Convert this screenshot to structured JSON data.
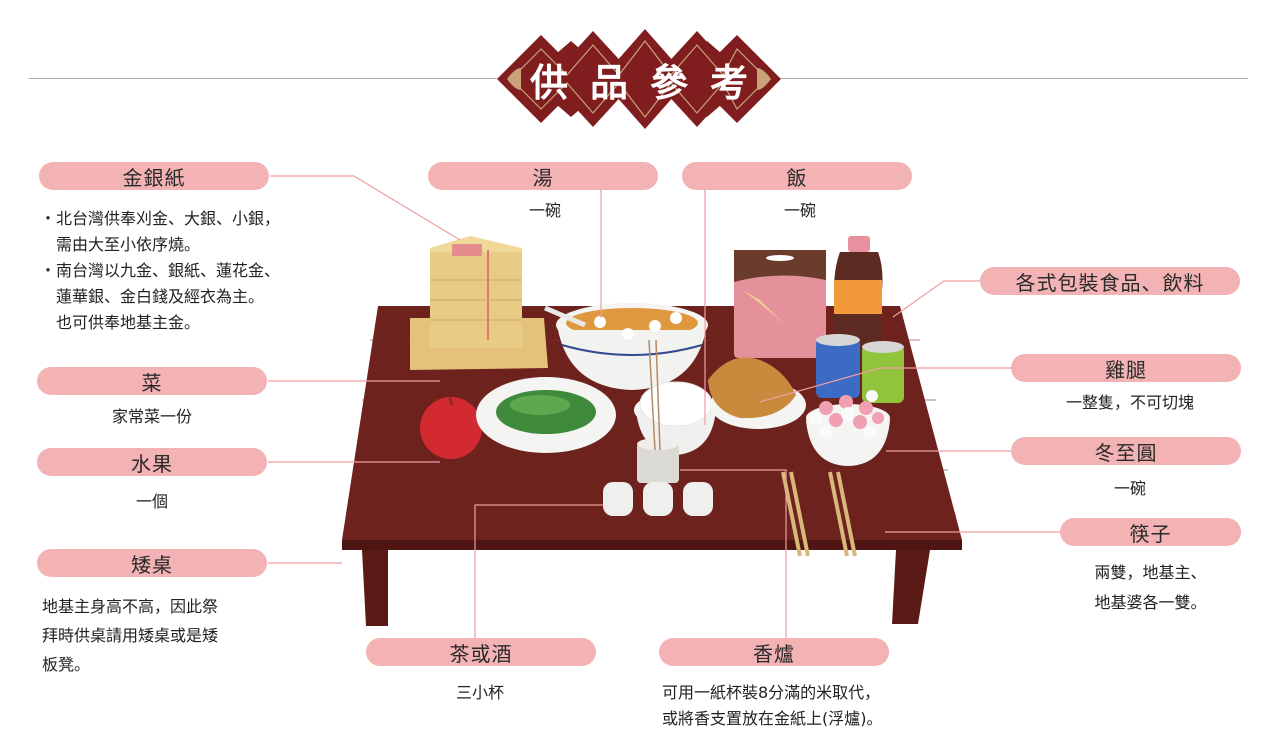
{
  "title": {
    "chars": [
      "供",
      "品",
      "參",
      "考"
    ],
    "banner_color": "#7f1d1f",
    "accent_color": "#c9a27a"
  },
  "colors": {
    "pill": "#f3b3b4",
    "leader_line": "#ef9ea0",
    "rule": "#a8a8a8",
    "table_wood": "#6a1f1c"
  },
  "labels": {
    "gold_paper": {
      "title": "金銀紙",
      "lines": [
        "・北台灣供奉刈金、大銀、小銀，",
        "　需由大至小依序燒。",
        "・南台灣以九金、銀紙、蓮花金、",
        "　蓮華銀、金白錢及經衣為主。",
        "　也可供奉地基主金。"
      ]
    },
    "vegetable": {
      "title": "菜",
      "desc": "家常菜一份"
    },
    "fruit": {
      "title": "水果",
      "desc": "一個"
    },
    "low_table": {
      "title": "矮桌",
      "lines": [
        "地基主身高不高，因此祭",
        "拜時供桌請用矮桌或是矮",
        "板凳。"
      ]
    },
    "soup": {
      "title": "湯",
      "desc": "一碗"
    },
    "rice": {
      "title": "飯",
      "desc": "一碗"
    },
    "packaged": {
      "title": "各式包裝食品、飲料"
    },
    "chicken": {
      "title": "雞腿",
      "desc": "一整隻，不可切塊"
    },
    "tangyuan": {
      "title": "冬至圓",
      "desc": "一碗"
    },
    "chopsticks": {
      "title": "筷子",
      "lines": [
        "兩雙，地基主、",
        "地基婆各一雙。"
      ]
    },
    "tea_wine": {
      "title": "茶或酒",
      "desc": "三小杯"
    },
    "incense": {
      "title": "香爐",
      "lines": [
        "可用一紙杯裝8分滿的米取代，",
        "或將香支置放在金紙上(浮爐)。"
      ]
    }
  },
  "illustration": {
    "items": [
      "gold-paper-stack",
      "soup-bowl",
      "bag-snack",
      "cola-bottle",
      "apple",
      "vegetable-plate",
      "rice-bowl",
      "chicken-leg",
      "cans",
      "tangyuan-bowl",
      "incense-cup",
      "three-cups",
      "chopsticks",
      "low-table"
    ]
  }
}
